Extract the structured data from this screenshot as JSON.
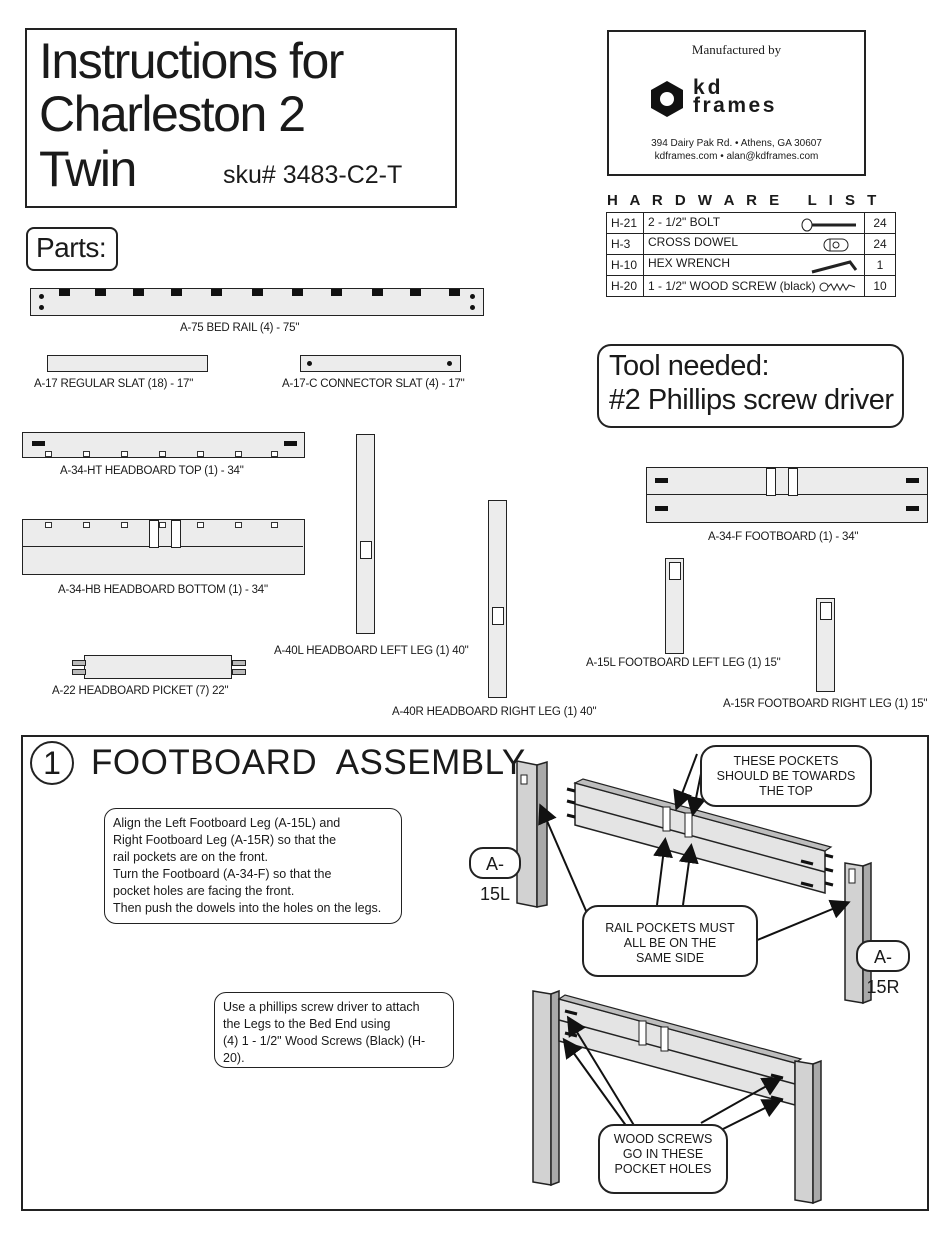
{
  "header": {
    "title_line1": "Instructions for",
    "title_line2": "Charleston 2",
    "title_line3": "Twin",
    "sku": "sku# 3483-C2-T"
  },
  "manufacturer": {
    "caption": "Manufactured by",
    "logo_line1": "kd",
    "logo_line2": "frames",
    "address": "394 Dairy Pak Rd. • Athens, GA  30607",
    "contact": "kdframes.com • alan@kdframes.com"
  },
  "hardware": {
    "title": "H A R D W A R E   L I S T",
    "rows": [
      {
        "code": "H-21",
        "name": "2 - 1/2\" BOLT",
        "icon": "bolt-icon",
        "qty": "24"
      },
      {
        "code": "H-3",
        "name": "CROSS DOWEL",
        "icon": "cross-dowel-icon",
        "qty": "24"
      },
      {
        "code": "H-10",
        "name": "HEX WRENCH",
        "icon": "hex-wrench-icon",
        "qty": "1"
      },
      {
        "code": "H-20",
        "name": "1 - 1/2\" WOOD SCREW (black)",
        "icon": "wood-screw-icon",
        "qty": "10"
      }
    ]
  },
  "parts": {
    "heading": "Parts:",
    "bed_rail": "A-75 BED RAIL (4) - 75\"",
    "regular_slat": "A-17  REGULAR SLAT (18) - 17\"",
    "connector_slat": "A-17-C  CONNECTOR SLAT (4) - 17\"",
    "headboard_top": "A-34-HT HEADBOARD TOP (1) - 34\"",
    "headboard_bottom": "A-34-HB HEADBOARD BOTTOM (1) - 34\"",
    "headboard_picket": "A-22  HEADBOARD  PICKET (7)  22\"",
    "headboard_left_leg": "A-40L HEADBOARD LEFT LEG (1)  40\"",
    "headboard_right_leg": "A-40R HEADBOARD RIGHT LEG (1) 40\"",
    "footboard": "A-34-F FOOTBOARD (1) - 34\"",
    "footboard_left_leg": "A-15L FOOTBOARD LEFT LEG (1) 15\"",
    "footboard_right_leg": "A-15R FOOTBOARD RIGHT LEG (1) 15\""
  },
  "tool": {
    "line1": "Tool needed:",
    "line2": "#2 Phillips screw driver"
  },
  "step1": {
    "number": "1",
    "title": "FOOTBOARD  ASSEMBLY",
    "instruction1": "Align the Left Footboard Leg (A-15L) and\nRight Footboard Leg (A-15R) so that the\nrail pockets are on the front.\nTurn the Footboard (A-34-F) so that the\npocket holes are facing the front.\nThen push the dowels into the holes on the legs.",
    "instruction2": "Use a phillips screw driver to attach\nthe Legs to the Bed End using\n(4) 1 - 1/2\" Wood Screws (Black) (H-20).",
    "callout_pockets": "THESE POCKETS\nSHOULD BE TOWARDS\nTHE TOP",
    "callout_rail": "RAIL POCKETS MUST\nALL BE ON THE\nSAME SIDE",
    "callout_screws": "WOOD SCREWS\nGO IN THESE\nPOCKET HOLES",
    "label_left": "A-15L",
    "label_right": "A-15R"
  }
}
